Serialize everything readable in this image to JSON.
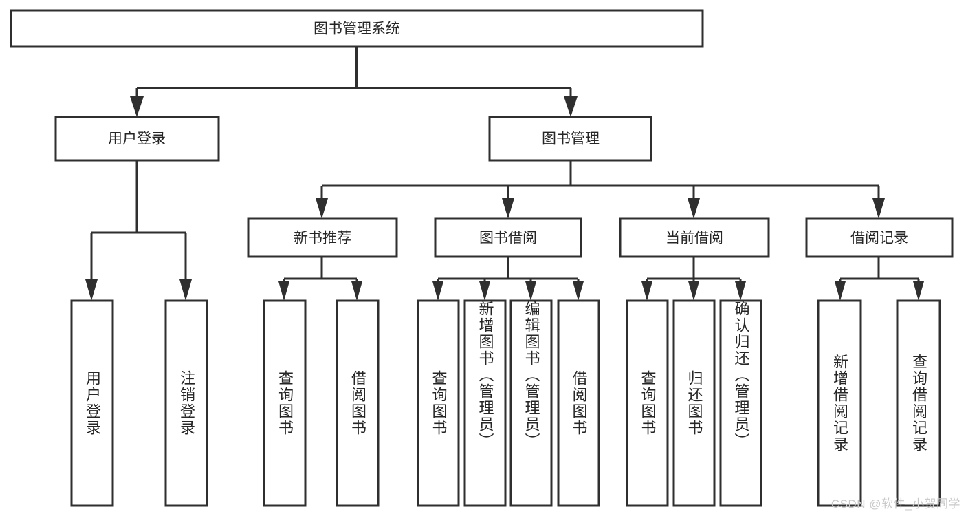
{
  "diagram": {
    "type": "tree-hierarchy",
    "title": "图书管理系统",
    "root": {
      "label": "图书管理系统"
    },
    "level2": [
      {
        "label": "用户登录"
      },
      {
        "label": "图书管理"
      }
    ],
    "level3": [
      {
        "label": "新书推荐",
        "parent": "图书管理"
      },
      {
        "label": "图书借阅",
        "parent": "图书管理"
      },
      {
        "label": "当前借阅",
        "parent": "图书管理"
      },
      {
        "label": "借阅记录",
        "parent": "图书管理"
      }
    ],
    "leaves": [
      {
        "label": "用户登录",
        "parent": "用户登录"
      },
      {
        "label": "注销登录",
        "parent": "用户登录"
      },
      {
        "label": "查询图书",
        "parent": "新书推荐"
      },
      {
        "label": "借阅图书",
        "parent": "新书推荐"
      },
      {
        "label": "查询图书",
        "parent": "图书借阅"
      },
      {
        "label": "新增图书（管理员）",
        "parent": "图书借阅"
      },
      {
        "label": "编辑图书（管理员）",
        "parent": "图书借阅"
      },
      {
        "label": "借阅图书",
        "parent": "图书借阅"
      },
      {
        "label": "查询图书",
        "parent": "当前借阅"
      },
      {
        "label": "归还图书",
        "parent": "当前借阅"
      },
      {
        "label": "确认归还（管理员）",
        "parent": "当前借阅"
      },
      {
        "label": "新增借阅记录",
        "parent": "借阅记录"
      },
      {
        "label": "查询借阅记录",
        "parent": "借阅记录"
      }
    ],
    "colors": {
      "background": "#ffffff",
      "box_fill": "#ffffff",
      "box_stroke": "#2f2f2f",
      "connector": "#2f2f2f",
      "text": "#262626",
      "watermark": "#c9c9c9"
    }
  },
  "watermark": {
    "text": "CSDN @软件_小贺同学"
  }
}
